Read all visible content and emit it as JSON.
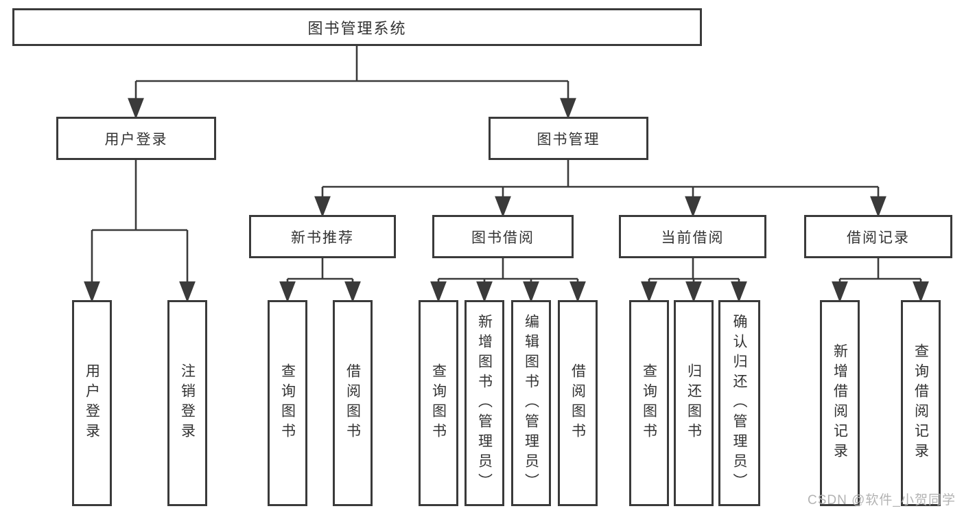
{
  "diagram": {
    "root": {
      "label": "图书管理系统"
    },
    "user_login": {
      "label": "用户登录",
      "children": [
        {
          "label": "用户登录"
        },
        {
          "label": "注销登录"
        }
      ]
    },
    "book_mgmt": {
      "label": "图书管理",
      "groups": [
        {
          "label": "新书推荐",
          "children": [
            {
              "label": "查询图书"
            },
            {
              "label": "借阅图书"
            }
          ]
        },
        {
          "label": "图书借阅",
          "children": [
            {
              "label": "查询图书"
            },
            {
              "label": "新增图书（管理员）"
            },
            {
              "label": "编辑图书（管理员）"
            },
            {
              "label": "借阅图书"
            }
          ]
        },
        {
          "label": "当前借阅",
          "children": [
            {
              "label": "查询图书"
            },
            {
              "label": "归还图书"
            },
            {
              "label": "确认归还（管理员）"
            }
          ]
        },
        {
          "label": "借阅记录",
          "children": [
            {
              "label": "新增借阅记录"
            },
            {
              "label": "查询借阅记录"
            }
          ]
        }
      ]
    }
  },
  "watermark": "CSDN @软件_小贺同学",
  "colors": {
    "line": "#3a3a3a",
    "box_border": "#3a3a3a",
    "text": "#333333",
    "watermark": "#b3b3b3",
    "background": "#ffffff"
  }
}
